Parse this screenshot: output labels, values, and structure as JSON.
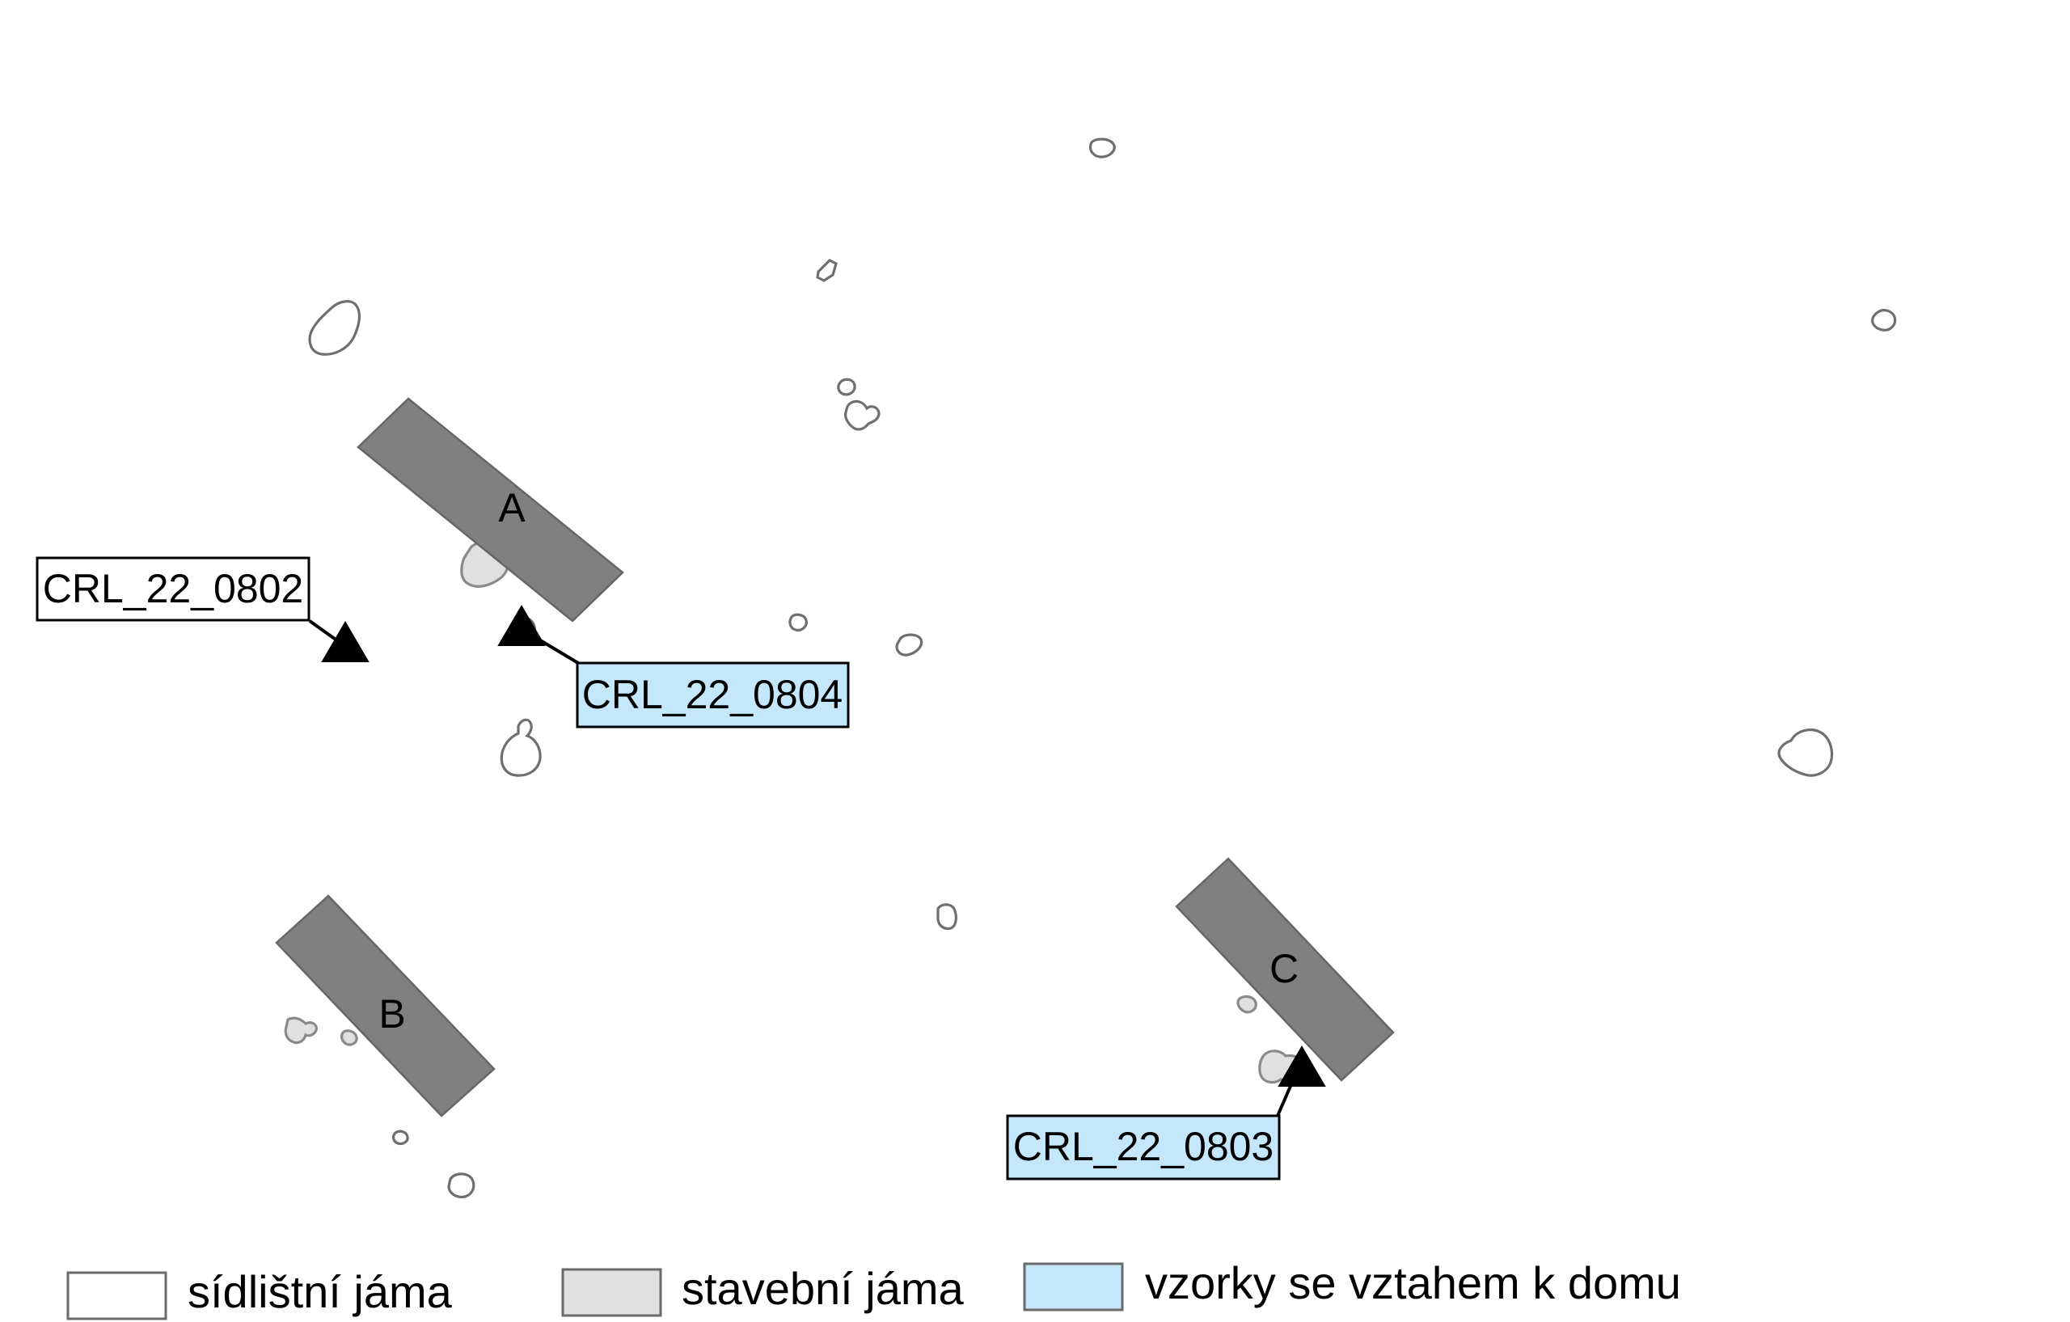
{
  "houses": [
    {
      "id": "A",
      "label": "A"
    },
    {
      "id": "B",
      "label": "B"
    },
    {
      "id": "C",
      "label": "C"
    }
  ],
  "samples": [
    {
      "id": "CRL_22_0802",
      "label": "CRL_22_0802",
      "related_to_house": false
    },
    {
      "id": "CRL_22_0804",
      "label": "CRL_22_0804",
      "related_to_house": true
    },
    {
      "id": "CRL_22_0803",
      "label": "CRL_22_0803",
      "related_to_house": true
    }
  ],
  "legend": {
    "items": [
      {
        "label": "sídlištní jáma",
        "color": "#ffffff"
      },
      {
        "label": "stavební jáma",
        "color": "#e0e0e0"
      },
      {
        "label": "vzorky se vztahem k domu",
        "color": "#c5e7fb"
      }
    ]
  },
  "colors": {
    "house_fill": "#808080",
    "sample_marker": "#000000",
    "highlight_label": "#c5e7fb"
  }
}
